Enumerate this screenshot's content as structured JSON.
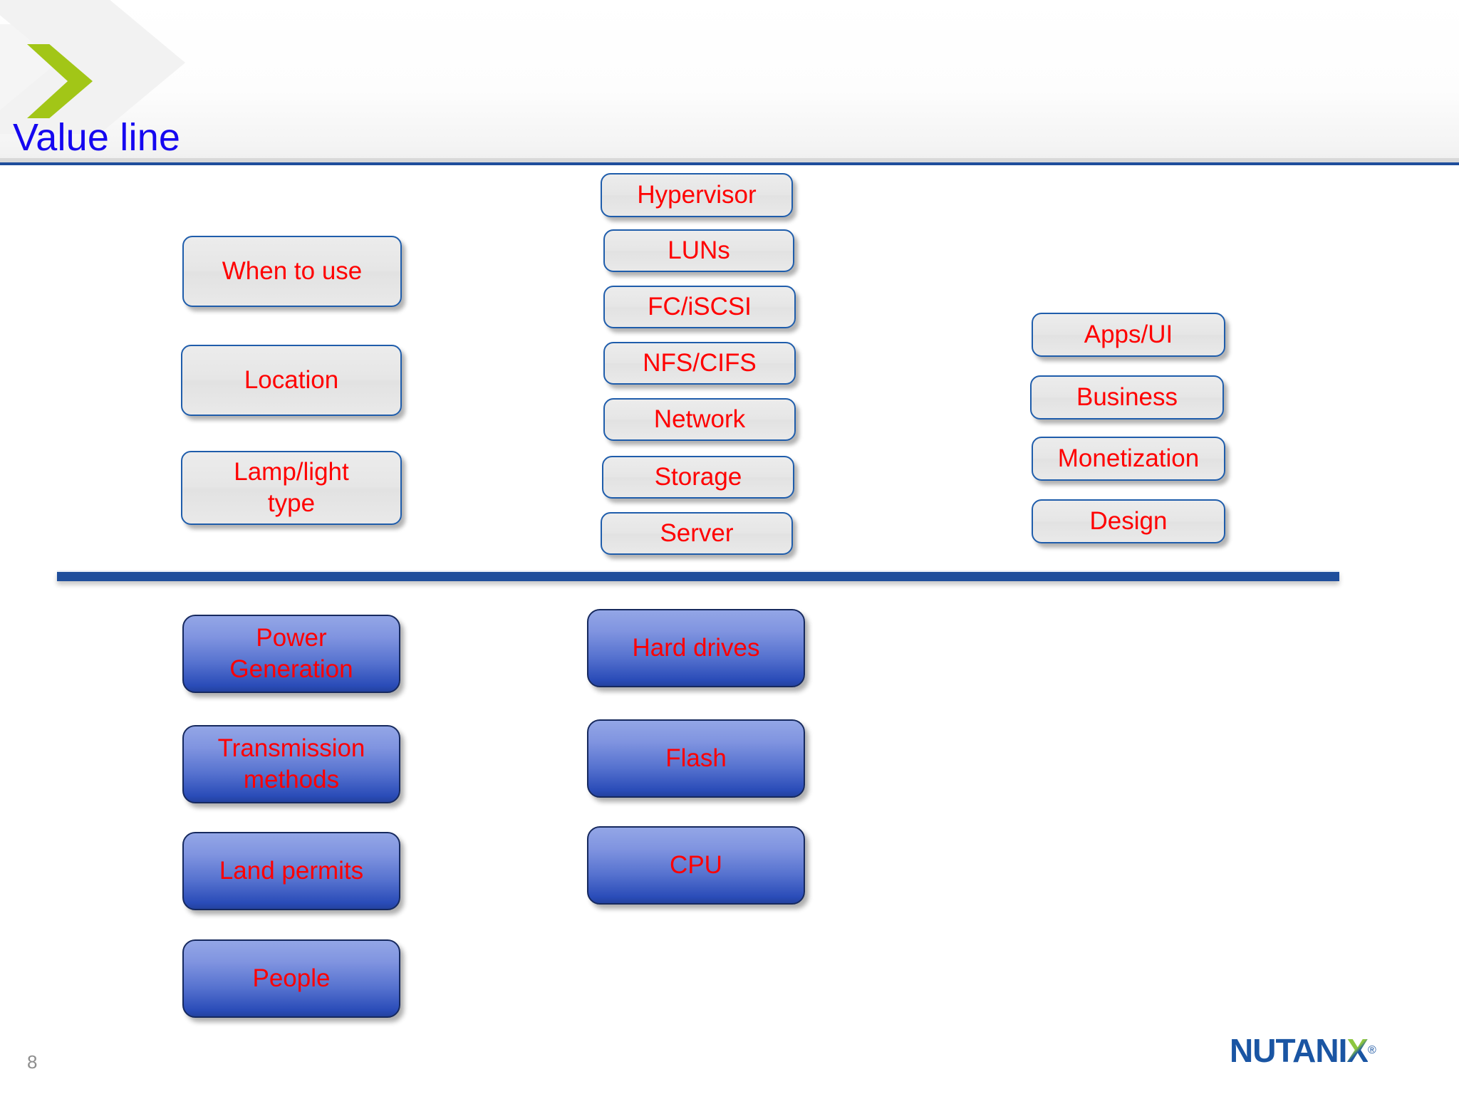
{
  "header": {
    "title": "Value line",
    "title_color": "#1507f0",
    "logo_chevron_color": "#a2c617",
    "rule_color": "#1f4e9c"
  },
  "theme": {
    "grey_box_fill": "#e8e8e8",
    "grey_box_border": "#1f5dab",
    "blue_box_top": "#93a6e6",
    "blue_box_bottom": "#23429f",
    "box_text_color": "#ff0000",
    "divider_color": "#1f4e9c"
  },
  "upper_section": {
    "column_left": [
      {
        "label": "When to use"
      },
      {
        "label": "Location"
      },
      {
        "label": "Lamp/light type"
      }
    ],
    "column_middle": [
      {
        "label": "Hypervisor"
      },
      {
        "label": "LUNs"
      },
      {
        "label": "FC/iSCSI"
      },
      {
        "label": "NFS/CIFS"
      },
      {
        "label": "Network"
      },
      {
        "label": "Storage"
      },
      {
        "label": "Server"
      }
    ],
    "column_right": [
      {
        "label": "Apps/UI"
      },
      {
        "label": "Business"
      },
      {
        "label": "Monetization"
      },
      {
        "label": "Design"
      }
    ]
  },
  "lower_section": {
    "column_left": [
      {
        "label": "Power Generation"
      },
      {
        "label": "Transmission methods"
      },
      {
        "label": "Land permits"
      },
      {
        "label": "People"
      }
    ],
    "column_middle": [
      {
        "label": "Hard drives"
      },
      {
        "label": "Flash"
      },
      {
        "label": "CPU"
      }
    ]
  },
  "footer": {
    "page_number": "8",
    "brand_part1": "NUTANI",
    "brand_x": "X",
    "brand_registered": "®",
    "brand_color": "#1a55a3",
    "brand_accent_color": "#8dc63f"
  }
}
